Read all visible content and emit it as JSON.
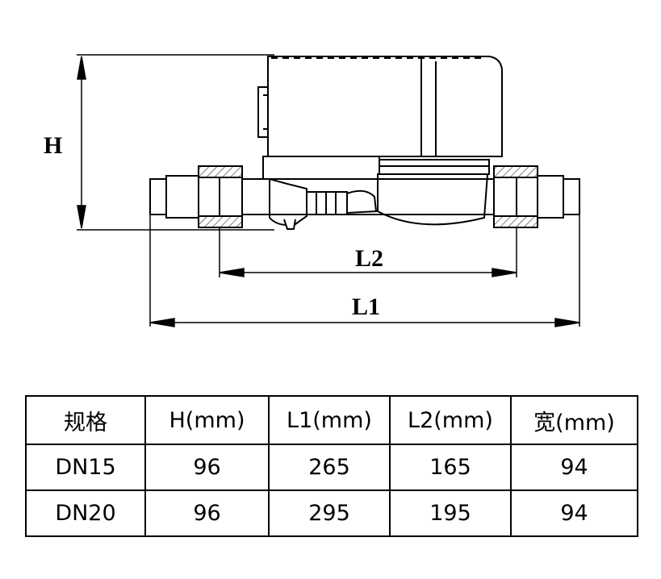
{
  "drawing": {
    "labels": {
      "h": "H",
      "l1": "L1",
      "l2": "L2"
    }
  },
  "spec_table": {
    "columns": [
      "规格",
      "H(mm)",
      "L1(mm)",
      "L2(mm)",
      "宽(mm)"
    ],
    "rows": [
      [
        "DN15",
        "96",
        "265",
        "165",
        "94"
      ],
      [
        "DN20",
        "96",
        "295",
        "195",
        "94"
      ]
    ]
  }
}
